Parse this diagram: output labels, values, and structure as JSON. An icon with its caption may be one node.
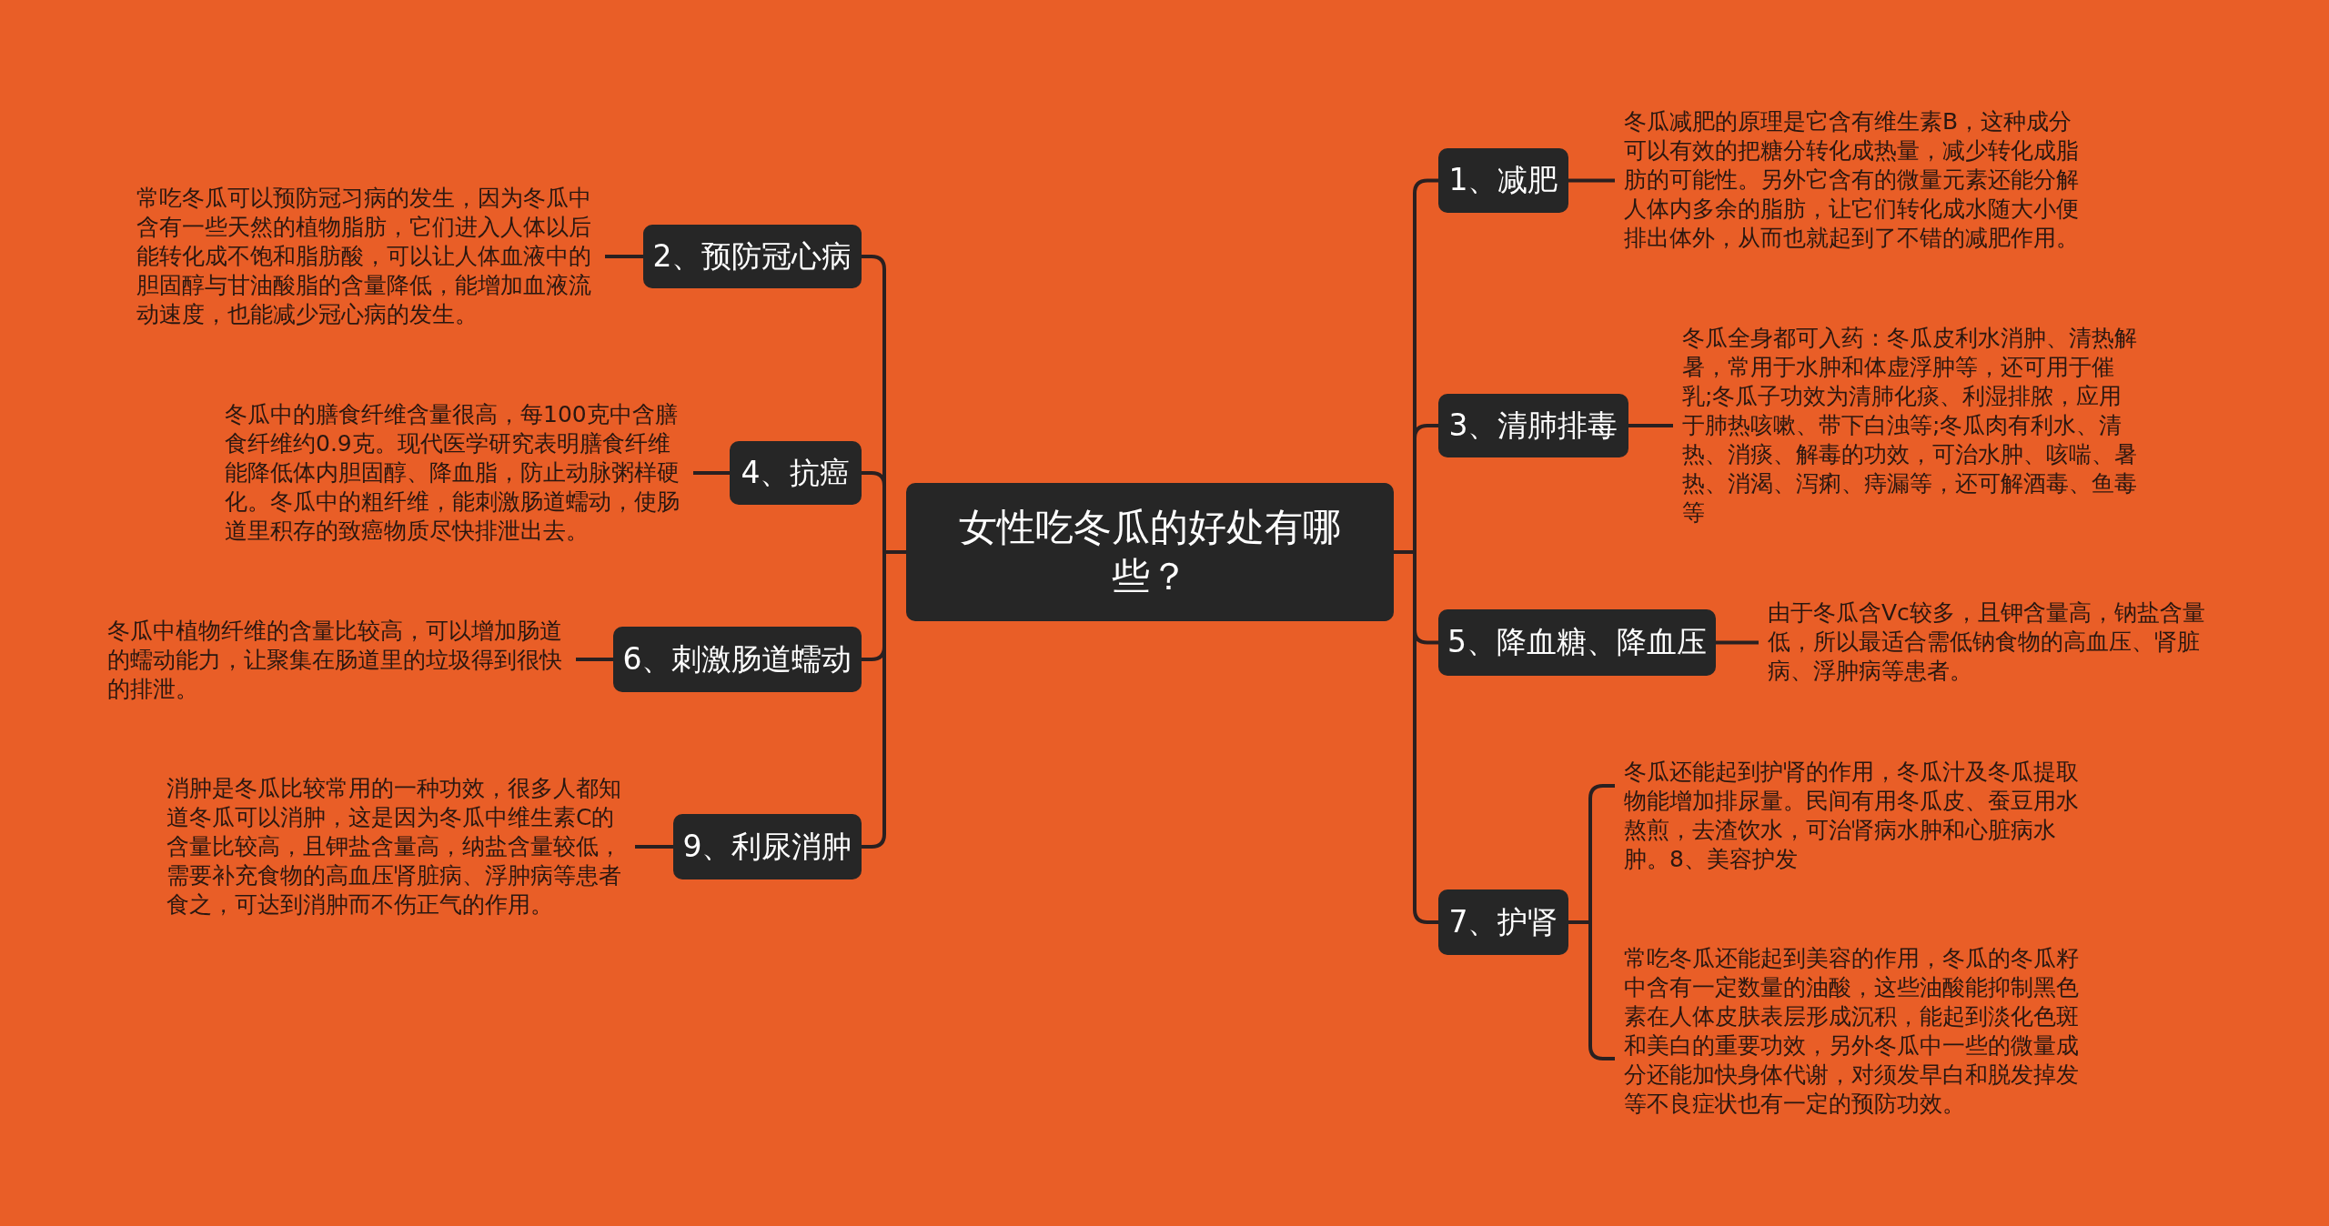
{
  "diagram": {
    "nodes": [
      {
        "text": [
          "女性吃冬瓜的好处有哪些？"
        ]
      },
      {
        "text": [
          "1、减肥"
        ]
      },
      {
        "text": [
          "冬瓜减肥的原理是它含有维生素B，这种成分可以有效的把糖分转化成热量，减少转化成脂肪的可能性。另外它含有的微量元素还能分解人体内多余的脂肪，让它们转化成水随大小便排出体外，从而也就起到了不错的减肥作用。"
        ]
      },
      {
        "text": [
          "2、预防冠心病"
        ]
      },
      {
        "text": [
          "常吃冬瓜可以预防冠习病的发生，因为冬瓜中含有一些天然的植物脂肪，它们进入人体以后能转化成不饱和脂肪酸，可以让人体血液中的胆固醇与甘油酸脂的含量降低，能增加血液流动速度，也能减少冠心病的发生。"
        ]
      },
      {
        "text": [
          "3、清肺排毒"
        ]
      },
      {
        "text": [
          "冬瓜全身都可入药：冬瓜皮利水消肿、清热解暑，常用于水肿和体虚浮肿等，还可用于催乳;冬瓜子功效为清肺化痰、利湿排脓，应用于肺热咳嗽、带下白浊等;冬瓜肉有利水、清热、消痰、解毒的功效，可治水肿、咳喘、暑热、消渴、泻痢、痔漏等，还可解酒毒、鱼毒等"
        ]
      },
      {
        "text": [
          "4、抗癌"
        ]
      },
      {
        "text": [
          "冬瓜中的膳食纤维含量很高，每100克中含膳食纤维约0.9克。现代医学研究表明膳食纤维能降低体内胆固醇、降血脂，防止动脉粥样硬化。冬瓜中的粗纤维，能刺激肠道蠕动，使肠道里积存的致癌物质尽快排泄出去。"
        ]
      },
      {
        "text": [
          "5、降血糖、降血压"
        ]
      },
      {
        "text": [
          "由于冬瓜含Vc较多，且钾含量高，钠盐含量低，所以最适合需低钠食物的高血压、肾脏病、浮肿病等患者。"
        ]
      },
      {
        "text": [
          "6、刺激肠道蠕动"
        ]
      },
      {
        "text": [
          "冬瓜中植物纤维的含量比较高，可以增加肠道的蠕动能力，让聚集在肠道里的垃圾得到很快的排泄。"
        ]
      },
      {
        "text": [
          "7、护肾"
        ]
      },
      {
        "text": [
          "冬瓜还能起到护肾的作用，冬瓜汁及冬瓜提取物能增加排尿量。民间有用冬瓜皮、蚕豆用水熬煎，去渣饮水，可治肾病水肿和心脏病水肿。8、美容护发"
        ]
      },
      {
        "text": [
          "常吃冬瓜还能起到美容的作用，冬瓜的冬瓜籽中含有一定数量的油酸，这些油酸能抑制黑色素在人体皮肤表层形成沉积，能起到淡化色斑和美白的重要功效，另外冬瓜中一些的微量成分还能加快身体代谢，对须发早白和脱发掉发等不良症状也有一定的预防功效。"
        ]
      },
      {
        "text": [
          "9、利尿消肿"
        ]
      },
      {
        "text": [
          "消肿是冬瓜比较常用的一种功效，很多人都知道冬瓜可以消肿，这是因为冬瓜中维生素C的含量比较高，且钾盐含量高，纳盐含量较低，需要补充食物的高血压肾脏病、浮肿病等患者食之，可达到消肿而不伤正气的作用。"
        ]
      }
    ],
    "edges": [
      {
        "from": 0,
        "to": 1,
        "arrow": "none"
      },
      {
        "from": 0,
        "to": 3,
        "arrow": "none"
      },
      {
        "from": 0,
        "to": 5,
        "arrow": "none"
      },
      {
        "from": 0,
        "to": 7,
        "arrow": "none"
      },
      {
        "from": 0,
        "to": 9,
        "arrow": "none"
      },
      {
        "from": 0,
        "to": 11,
        "arrow": "none"
      },
      {
        "from": 0,
        "to": 13,
        "arrow": "none"
      },
      {
        "from": 0,
        "to": 16,
        "arrow": "none"
      },
      {
        "from": 1,
        "to": 2,
        "arrow": "none"
      },
      {
        "from": 3,
        "to": 4,
        "arrow": "none"
      },
      {
        "from": 5,
        "to": 6,
        "arrow": "none"
      },
      {
        "from": 7,
        "to": 8,
        "arrow": "none"
      },
      {
        "from": 9,
        "to": 10,
        "arrow": "none"
      },
      {
        "from": 11,
        "to": 12,
        "arrow": "none"
      },
      {
        "from": 13,
        "to": 14,
        "arrow": "none"
      },
      {
        "from": 13,
        "to": 15,
        "arrow": "none"
      },
      {
        "from": 16,
        "to": 17,
        "arrow": "none"
      }
    ]
  }
}
